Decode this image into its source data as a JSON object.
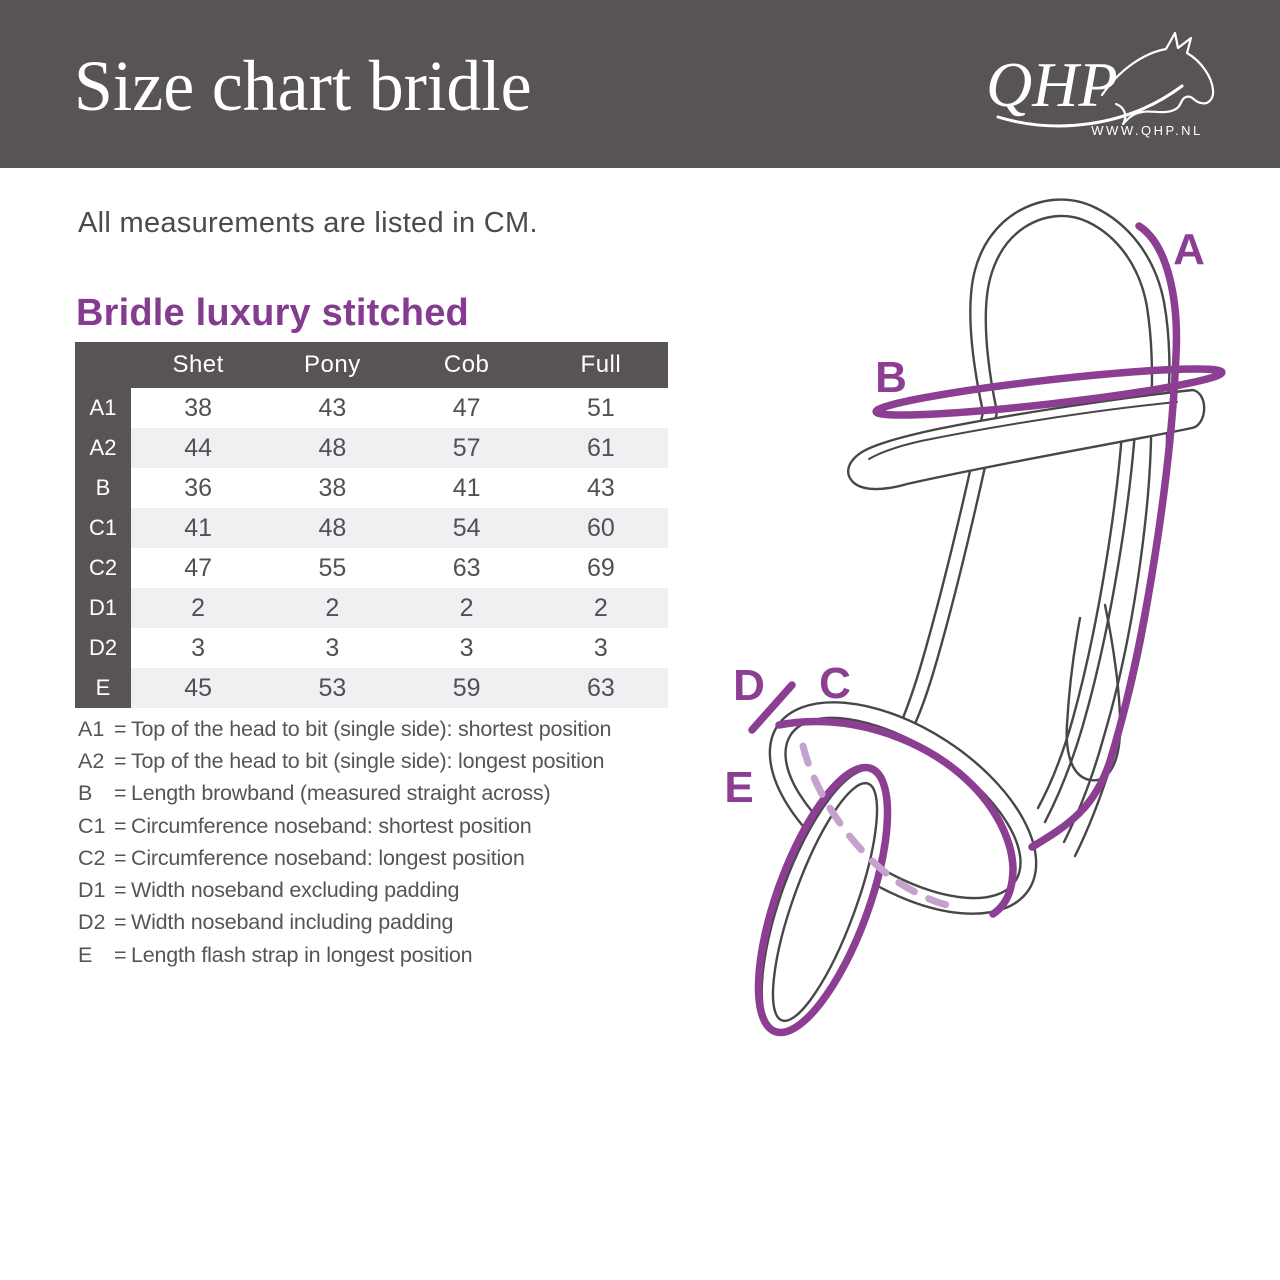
{
  "header": {
    "title": "Size chart bridle",
    "logo": {
      "brand": "QHP",
      "website": "WWW.QHP.NL",
      "icon": "horse-head-outline"
    }
  },
  "intro_text": "All measurements are listed in CM.",
  "section_title": "Bridle luxury stitched",
  "ui": {
    "equals": "="
  },
  "table": {
    "unit": "CM",
    "columns": [
      "Shet",
      "Pony",
      "Cob",
      "Full"
    ],
    "rows": [
      {
        "label": "A1",
        "values": [
          "38",
          "43",
          "47",
          "51"
        ]
      },
      {
        "label": "A2",
        "values": [
          "44",
          "48",
          "57",
          "61"
        ]
      },
      {
        "label": "B",
        "values": [
          "36",
          "38",
          "41",
          "43"
        ]
      },
      {
        "label": "C1",
        "values": [
          "41",
          "48",
          "54",
          "60"
        ]
      },
      {
        "label": "C2",
        "values": [
          "47",
          "55",
          "63",
          "69"
        ]
      },
      {
        "label": "D1",
        "values": [
          "2",
          "2",
          "2",
          "2"
        ]
      },
      {
        "label": "D2",
        "values": [
          "3",
          "3",
          "3",
          "3"
        ]
      },
      {
        "label": "E",
        "values": [
          "45",
          "53",
          "59",
          "63"
        ]
      }
    ]
  },
  "legend": [
    {
      "key": "A1",
      "text": "Top of the head to bit (single side): shortest position"
    },
    {
      "key": "A2",
      "text": "Top of the head to bit (single side): longest position"
    },
    {
      "key": "B",
      "text": "Length browband (measured straight across)"
    },
    {
      "key": "C1",
      "text": "Circumference noseband: shortest position"
    },
    {
      "key": "C2",
      "text": "Circumference noseband: longest position"
    },
    {
      "key": "D1",
      "text": "Width noseband excluding padding"
    },
    {
      "key": "D2",
      "text": "Width noseband including padding"
    },
    {
      "key": "E",
      "text": "Length flash strap in longest position"
    }
  ],
  "diagram": {
    "labels": {
      "a": "A",
      "b": "B",
      "c": "C",
      "d": "D",
      "e": "E"
    }
  },
  "colors": {
    "header_bg": "#585455",
    "accent_purple": "#8b3e92",
    "dashed_purple": "#c3a2ce",
    "text_gray": "#54555a",
    "alt_row_bg": "#f0eff1",
    "line_art": "#47474a"
  }
}
